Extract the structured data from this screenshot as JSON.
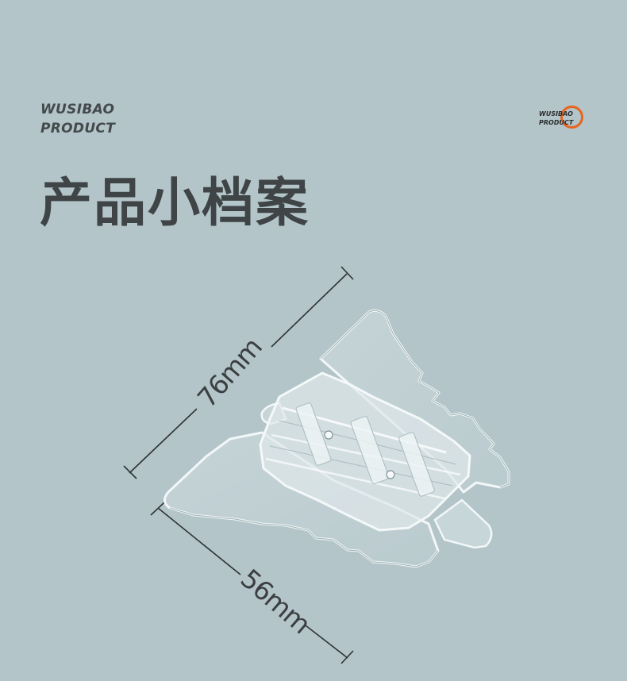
{
  "brand": {
    "line1": "WUSIBAO",
    "line2": "PRODUCT"
  },
  "logo": {
    "line1": "WUSIBAO",
    "line2": "PRODUCT",
    "ring_color": "#e8641e"
  },
  "title": "产品小档案",
  "dimensions": {
    "width": "76mm",
    "depth": "56mm"
  },
  "colors": {
    "background": "#b3c5c9",
    "text": "#3f4446",
    "accent": "#e8641e"
  }
}
